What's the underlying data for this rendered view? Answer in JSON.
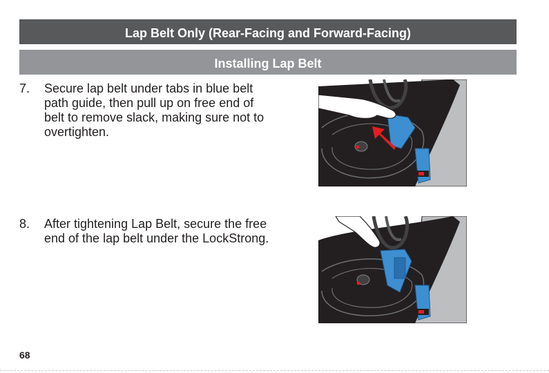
{
  "header": {
    "section_title": "Lap Belt Only (Rear-Facing and Forward-Facing)",
    "subsection_title": "Installing Lap Belt"
  },
  "steps": [
    {
      "number": "7.",
      "text": "Secure lap belt under tabs in blue belt path guide, then pull up on free end of belt to remove slack, making sure not to overtighten."
    },
    {
      "number": "8.",
      "text": "After tightening Lap Belt, secure the free end of the lap belt under the LockStrong."
    }
  ],
  "page": {
    "number": "68"
  },
  "colors": {
    "banner_dark": "#58595b",
    "banner_light": "#939598",
    "seat_black": "#231f20",
    "belt_guide_blue": "#3d8fd1",
    "arrow_red": "#e31e24",
    "vehicle_gray": "#bcbec0"
  }
}
